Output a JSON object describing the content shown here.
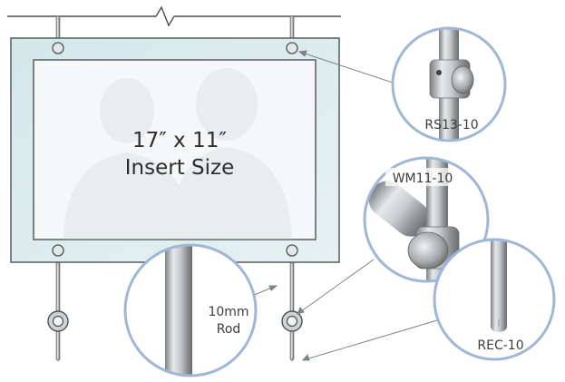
{
  "insert": {
    "line1": "17″ x 11″",
    "line2": "Insert Size"
  },
  "labels": {
    "rs13": "RS13-10",
    "wm11": "WM11-10",
    "rod_line1": "10mm",
    "rod_line2": "Rod",
    "rec10": "REC-10"
  },
  "colors": {
    "frame_glass": "#dcecee",
    "frame_border": "#5f6668",
    "insert_bg": "#f4f6f7",
    "callout_ring": "#9fb6d6",
    "rod_steel": "#9a9d9f",
    "pointer_line": "#7d8386"
  },
  "icons": {
    "break_mark": "zigzag-break-icon",
    "standoff": "circle-standoff-icon",
    "cable_gripper": "ring-gripper-icon"
  }
}
